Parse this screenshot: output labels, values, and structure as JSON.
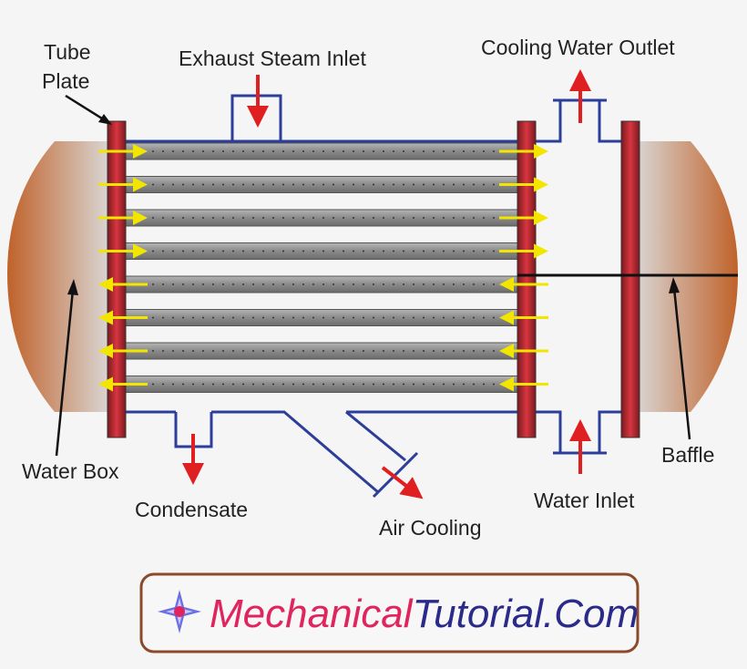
{
  "labels": {
    "tube_plate_line1": "Tube",
    "tube_plate_line2": "Plate",
    "exhaust_steam_inlet": "Exhaust Steam Inlet",
    "cooling_water_outlet": "Cooling Water Outlet",
    "water_box": "Water Box",
    "condensate": "Condensate",
    "air_cooling": "Air Cooling",
    "water_inlet": "Water Inlet",
    "baffle": "Baffle"
  },
  "brand": {
    "part1": "Mechanical",
    "part2": "Tutorial.Com"
  },
  "colors": {
    "background": "#f5f5f5",
    "tube_fill": "#8c8c8c",
    "tube_plate": "#c8303a",
    "pipe": "#2c3e9a",
    "flow_arrow": "#f2e600",
    "io_arrow": "#e02020",
    "water_box": "#c0622a",
    "brand_red": "#e0245e",
    "brand_blue": "#2a2a8a",
    "brand_border": "#8b4a2b"
  },
  "tube_count": 8,
  "flow_directions": [
    "right",
    "right",
    "right",
    "right",
    "left",
    "left",
    "left",
    "left"
  ]
}
